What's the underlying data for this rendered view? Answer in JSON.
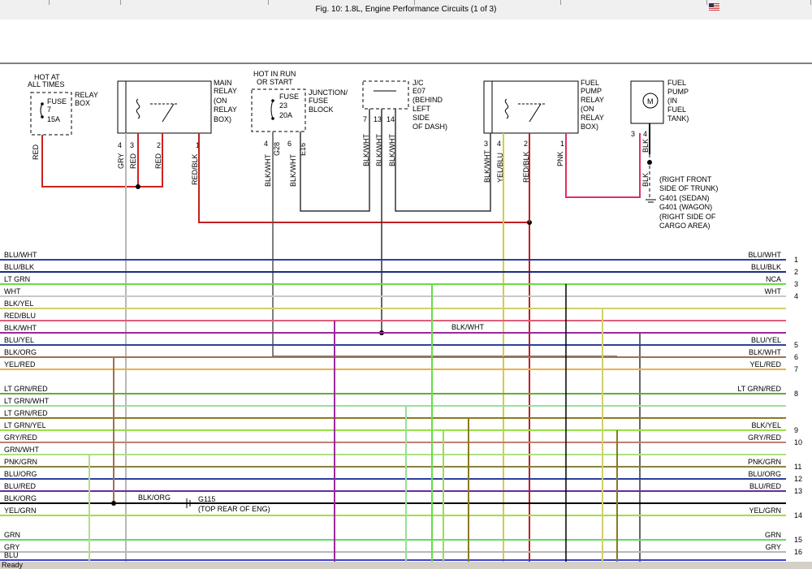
{
  "window": {
    "title": "Fig. 10: 1.8L, Engine Performance Circuits (1 of 3)",
    "status": "Ready"
  },
  "components": {
    "hot_at_all_times": [
      "HOT AT",
      "ALL TIMES"
    ],
    "fuse7": [
      "FUSE",
      "7",
      "15A"
    ],
    "relay_box": [
      "RELAY",
      "BOX"
    ],
    "main_relay": [
      "MAIN",
      "RELAY",
      "(ON",
      "RELAY",
      "BOX)"
    ],
    "hot_in_run": [
      "HOT IN RUN",
      "OR START"
    ],
    "fuse23": [
      "FUSE",
      "23",
      "20A"
    ],
    "junction_fuse_block": [
      "JUNCTION/",
      "FUSE",
      "BLOCK"
    ],
    "jc": [
      "J/C",
      "E07",
      "(BEHIND",
      "LEFT",
      "SIDE",
      "OF DASH)"
    ],
    "fuel_pump_relay": [
      "FUEL",
      "PUMP",
      "RELAY",
      "(ON",
      "RELAY",
      "BOX)"
    ],
    "fuel_pump": [
      "FUEL",
      "PUMP",
      "(IN",
      "FUEL",
      "TANK)"
    ],
    "motor_symbol": "M",
    "ground_g401": [
      "(RIGHT FRONT",
      "SIDE OF TRUNK)",
      "G401 (SEDAN)",
      "G401 (WAGON)",
      "(RIGHT SIDE OF",
      "CARGO AREA)"
    ],
    "ground_g115": [
      "G115",
      "(TOP REAR OF ENG)"
    ]
  },
  "pins": {
    "main_relay": [
      "4",
      "3",
      "2",
      "1"
    ],
    "junction": [
      "4",
      "6"
    ],
    "junction_ids": [
      "G28",
      "E16"
    ],
    "jc": [
      "7",
      "13",
      "14"
    ],
    "fuel_pump_relay": [
      "3",
      "4",
      "2",
      "1"
    ],
    "fuel_pump": [
      "3",
      "4"
    ]
  },
  "upper_wire_labels": {
    "red": "RED",
    "gry": "GRY",
    "red3": "RED",
    "red2": "RED",
    "redblk": "RED/BLK",
    "blkwht_a": "BLK/WHT",
    "blkwht_b": "BLK/WHT",
    "blkwht_c": "BLK/WHT",
    "blkwht_d": "BLK/WHT",
    "blkwht_e": "BLK/WHT",
    "blkwht_f": "BLK/WHT",
    "yelblu": "YEL/BLU",
    "redblk2": "RED/BLK",
    "pnk": "PNK",
    "blk_a": "BLK",
    "blk_b": "BLK",
    "mid_blkwht": "BLK/WHT",
    "blkorg_splice": "BLK/ORG"
  },
  "bus_rows": [
    {
      "left": "BLU/WHT",
      "right": "BLU/WHT",
      "num": "1",
      "color": "#2c3fa0"
    },
    {
      "left": "BLU/BLK",
      "right": "BLU/BLK",
      "num": "2",
      "color": "#1e2a80"
    },
    {
      "left": "LT GRN",
      "right": "NCA",
      "num": "3",
      "color": "#66dd44"
    },
    {
      "left": "WHT",
      "right": "WHT",
      "num": "4",
      "color": "#c8c8c8"
    },
    {
      "left": "BLK/YEL",
      "right": "",
      "num": "",
      "color": "#d0d06a"
    },
    {
      "left": "RED/BLU",
      "right": "",
      "num": "",
      "color": "#e05d7a"
    },
    {
      "left": "BLK/WHT",
      "right": "",
      "num": "",
      "color": "#9a2a9a"
    },
    {
      "left": "BLU/YEL",
      "right": "BLU/YEL",
      "num": "5",
      "color": "#2c3fa0"
    },
    {
      "left": "BLK/ORG",
      "right": "BLK/WHT",
      "num": "6",
      "color": "#a07050"
    },
    {
      "left": "YEL/RED",
      "right": "YEL/RED",
      "num": "7",
      "color": "#f0b040"
    },
    {
      "left": "LT GRN/RED",
      "right": "LT GRN/RED",
      "num": "8",
      "color": "#60b030"
    },
    {
      "left": "LT GRN/WHT",
      "right": "",
      "num": "",
      "color": "#98e098"
    },
    {
      "left": "LT GRN/RED",
      "right": "",
      "num": "",
      "color": "#8a7a20"
    },
    {
      "left": "LT GRN/YEL",
      "right": "BLK/YEL",
      "num": "9",
      "color": "#98e048"
    },
    {
      "left": "GRY/RED",
      "right": "GRY/RED",
      "num": "10",
      "color": "#c08070"
    },
    {
      "left": "GRN/WHT",
      "right": "",
      "num": "",
      "color": "#b0e080"
    },
    {
      "left": "PNK/GRN",
      "right": "PNK/GRN",
      "num": "11",
      "color": "#8a8040"
    },
    {
      "left": "BLU/ORG",
      "right": "BLU/ORG",
      "num": "12",
      "color": "#2c3fa0"
    },
    {
      "left": "BLU/RED",
      "right": "BLU/RED",
      "num": "13",
      "color": "#6a2aa0"
    },
    {
      "left": "BLK/ORG",
      "right": "",
      "num": "",
      "color": "#000000"
    },
    {
      "left": "YEL/GRN",
      "right": "YEL/GRN",
      "num": "14",
      "color": "#a0e040"
    },
    {
      "left": "GRN",
      "right": "GRN",
      "num": "15",
      "color": "#60dd60"
    },
    {
      "left": "GRY",
      "right": "GRY",
      "num": "16",
      "color": "#b8b8b8"
    },
    {
      "left": "BLU",
      "right": "",
      "num": "",
      "color": "#4040d0"
    }
  ]
}
